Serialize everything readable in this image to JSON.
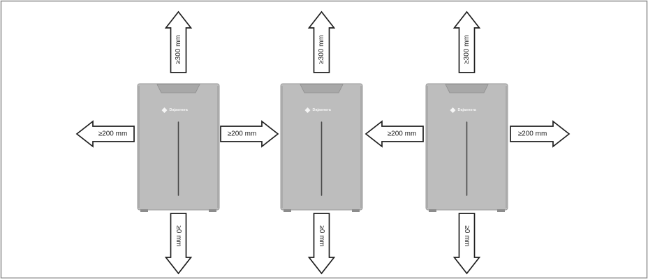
{
  "diagram": {
    "colors": {
      "frame": "#8a8a8a",
      "unit_fill": "#bdbdbd",
      "unit_stroke": "#9a9a9a",
      "arrow_stroke": "#1f1f1f",
      "arrow_fill": "#ffffff",
      "text": "#1f1f1f",
      "logo": "#f5f5f5"
    },
    "units": [
      {
        "brand": "Dajaenera",
        "clearances": {
          "top": "≥300 mm",
          "bottom": "≥0 mm",
          "left": "≥200 mm",
          "right": "≥200 mm"
        }
      },
      {
        "brand": "Dajaenera",
        "clearances": {
          "top": "≥300 mm",
          "bottom": "≥0 mm",
          "left": "",
          "right": ""
        }
      },
      {
        "brand": "Dajaenera",
        "clearances": {
          "top": "≥300 mm",
          "bottom": "≥0 mm",
          "left": "≥200 mm",
          "right": "≥200 mm"
        }
      }
    ]
  }
}
